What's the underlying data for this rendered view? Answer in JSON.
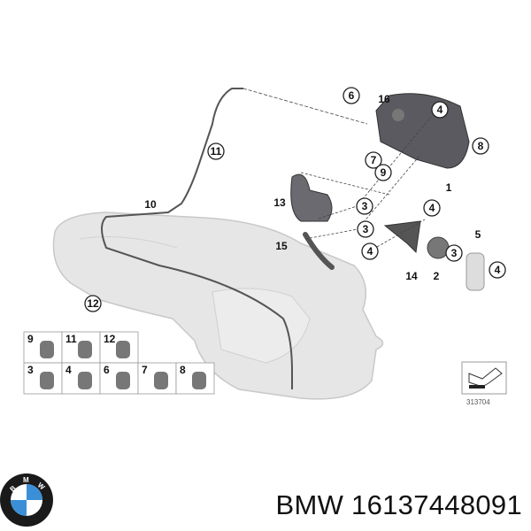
{
  "diagram": {
    "callouts": [
      "6",
      "16",
      "4",
      "8",
      "7",
      "9",
      "1",
      "11",
      "10",
      "13",
      "3",
      "3",
      "4",
      "15",
      "4",
      "5",
      "3",
      "4",
      "14",
      "2",
      "12"
    ],
    "parts_grid": {
      "top_row": [
        "9",
        "11",
        "12"
      ],
      "bottom_row": [
        "3",
        "4",
        "6",
        "7",
        "8"
      ]
    },
    "reference_number": "313704"
  },
  "brand": {
    "logo_letters": "BMW"
  },
  "title": "BMW 16137448091"
}
